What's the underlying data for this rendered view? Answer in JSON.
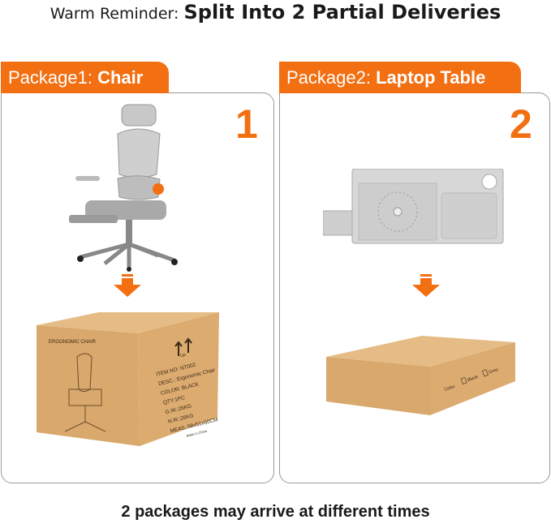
{
  "header": {
    "lead": "Warm Reminder: ",
    "title": "Split Into 2 Partial Deliveries"
  },
  "packages": [
    {
      "prefix": "Package1: ",
      "name": "Chair",
      "number": "1",
      "box": {
        "side_label": "ERGONOMIC CHAIR",
        "up_label": "UP",
        "lines": [
          "ITEM NO: NT002",
          "DESC.: Ergonomic Chair",
          "COLOR: BLACK",
          "QTY:1PC",
          "G.W.:26KG",
          "N.W.:26KG",
          "MEAS.:58x51x60CM",
          "Made in China"
        ]
      }
    },
    {
      "prefix": "Package2: ",
      "name": "Laptop Table",
      "number": "2",
      "box": {
        "color_label": "Color:",
        "options": [
          "Black",
          "Grey"
        ]
      }
    }
  ],
  "colors": {
    "accent": "#f26f12",
    "cardboard": "#d9a86c",
    "product": "#c9c9c9"
  },
  "footer": "2 packages may arrive at different times"
}
